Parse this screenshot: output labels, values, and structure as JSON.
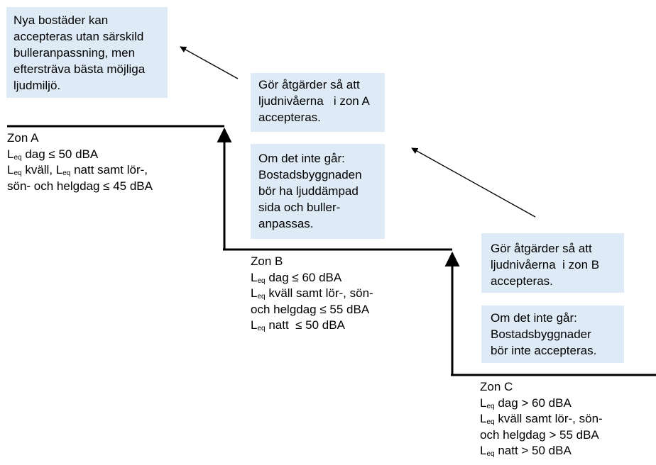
{
  "boxes": {
    "top_left": [
      "Nya bostäder kan",
      "accepteras utan särskild",
      "bulleranpassning, men",
      "eftersträva bästa möjliga",
      "ljudmiljö."
    ],
    "zone_a_action": [
      "Gör åtgärder så att",
      "ljudnivåerna   i zon A",
      "accepteras."
    ],
    "zone_b_fallback": [
      "Om det inte går:",
      "Bostadsbyggnaden",
      "bör ha ljuddämpad",
      "sida och buller-",
      "anpassas."
    ],
    "zone_b_action": [
      "Gör åtgärder så att",
      "ljudnivåerna  i zon B",
      "accepteras."
    ],
    "zone_c_fallback": [
      "Om det inte går:",
      "Bostadsbyggnader",
      "bör inte accepteras."
    ]
  },
  "zones": {
    "a": {
      "title": "Zon A",
      "lines": [
        {
          "pre": "L",
          "sub": "eq",
          "post": " dag ≤ 50 dBA"
        },
        {
          "pre": "L",
          "sub": "eq",
          "post": " kväll, ",
          "pre2": "L",
          "sub2": "eq",
          "post2": " natt samt lör-,"
        },
        {
          "pre": "",
          "sub": "",
          "post": "sön- och helgdag ≤ 45 dBA"
        }
      ]
    },
    "b": {
      "title": "Zon B",
      "lines": [
        {
          "pre": "L",
          "sub": "eq",
          "post": " dag ≤ 60 dBA"
        },
        {
          "pre": "L",
          "sub": "eq",
          "post": " kväll samt lör-, sön-"
        },
        {
          "pre": "",
          "sub": "",
          "post": "och helgdag ≤ 55 dBA"
        },
        {
          "pre": "L",
          "sub": "eq",
          "post": " natt  ≤ 50 dBA"
        }
      ]
    },
    "c": {
      "title": "Zon C",
      "lines": [
        {
          "pre": "L",
          "sub": "eq",
          "post": " dag > 60 dBA"
        },
        {
          "pre": "L",
          "sub": "eq",
          "post": " kväll samt lör-, sön-"
        },
        {
          "pre": "",
          "sub": "",
          "post": "och helgdag > 55 dBA"
        },
        {
          "pre": "L",
          "sub": "eq",
          "post": " natt > 50 dBA"
        }
      ]
    }
  }
}
